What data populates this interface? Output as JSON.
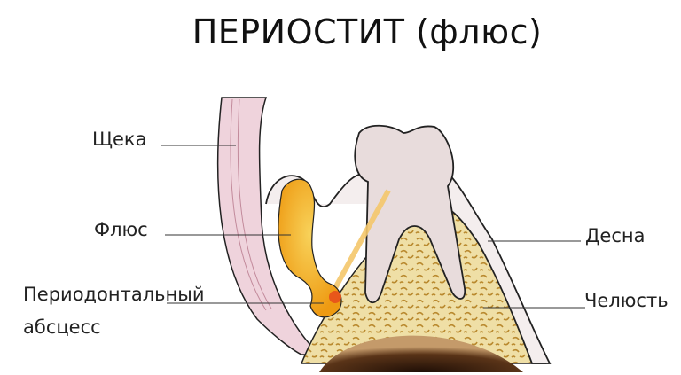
{
  "title": "ПЕРИОСТИТ (флюс)",
  "labels": {
    "cheek": "Щека",
    "flux": "Флюс",
    "abscess_line1": "Периодонтальный",
    "abscess_line2": "абсцесс",
    "gum": "Десна",
    "jaw": "Челюсть"
  },
  "colors": {
    "cheek": "#efd3dc",
    "pus": "#f2a51c",
    "tooth": "#e8dcdc",
    "bone": "#eedc9e",
    "outline": "#222222"
  }
}
